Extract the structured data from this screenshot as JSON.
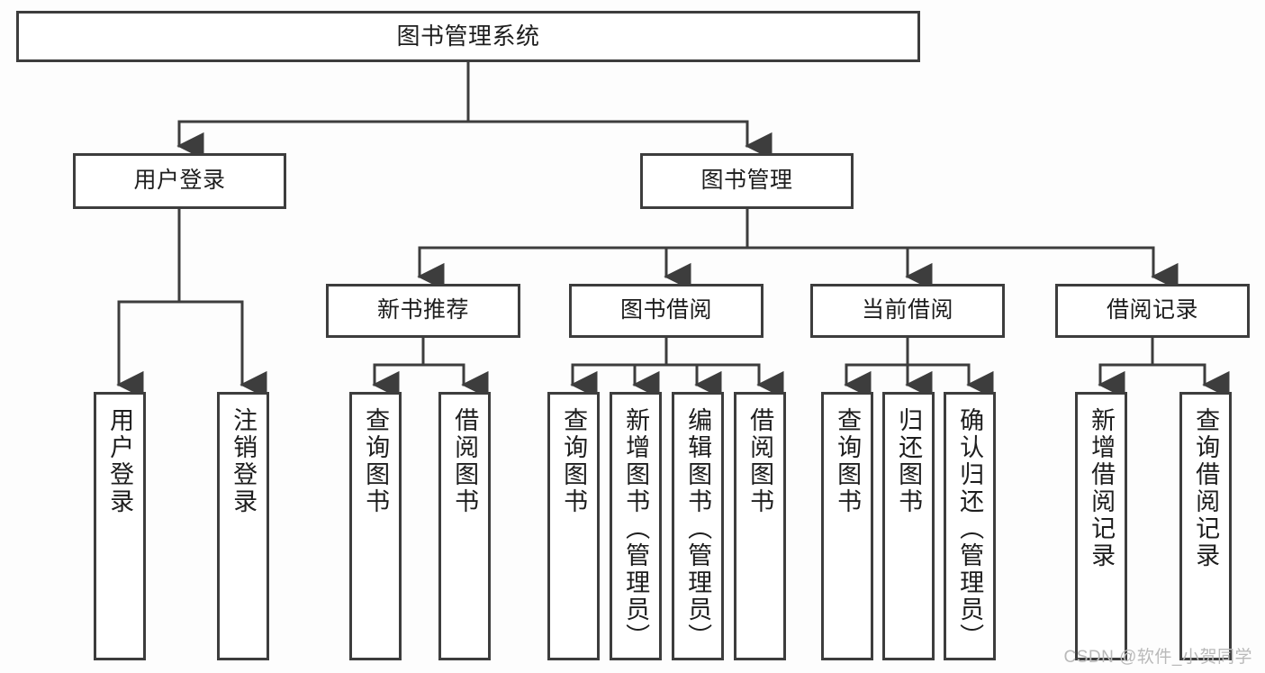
{
  "diagram": {
    "title": "图书管理系统",
    "type": "tree-hierarchy-chart",
    "watermark": "CSDN @软件_小贺同学",
    "colors": {
      "background": "#fdfdfd",
      "box_border": "#3d3d3d",
      "box_fill": "#ffffff",
      "connector": "#3d3d3d",
      "text": "#1d1d1d",
      "watermark": "#b9b9b9"
    },
    "nodes": {
      "root": {
        "label": "图书管理系统"
      },
      "level2": [
        {
          "label": "用户登录"
        },
        {
          "label": "图书管理"
        }
      ],
      "level3": [
        {
          "label": "新书推荐"
        },
        {
          "label": "图书借阅"
        },
        {
          "label": "当前借阅"
        },
        {
          "label": "借阅记录"
        }
      ],
      "leaves": {
        "user_login": [
          {
            "label": "用户登录"
          },
          {
            "label": "注销登录"
          }
        ],
        "new_book": [
          {
            "label": "查询图书"
          },
          {
            "label": "借阅图书"
          }
        ],
        "book_borrow": [
          {
            "label": "查询图书"
          },
          {
            "label": "新增图书（管理员）"
          },
          {
            "label": "编辑图书（管理员）"
          },
          {
            "label": "借阅图书"
          }
        ],
        "current_borrow": [
          {
            "label": "查询图书"
          },
          {
            "label": "归还图书"
          },
          {
            "label": "确认归还（管理员）"
          }
        ],
        "borrow_record": [
          {
            "label": "新增借阅记录"
          },
          {
            "label": "查询借阅记录"
          }
        ]
      }
    }
  }
}
